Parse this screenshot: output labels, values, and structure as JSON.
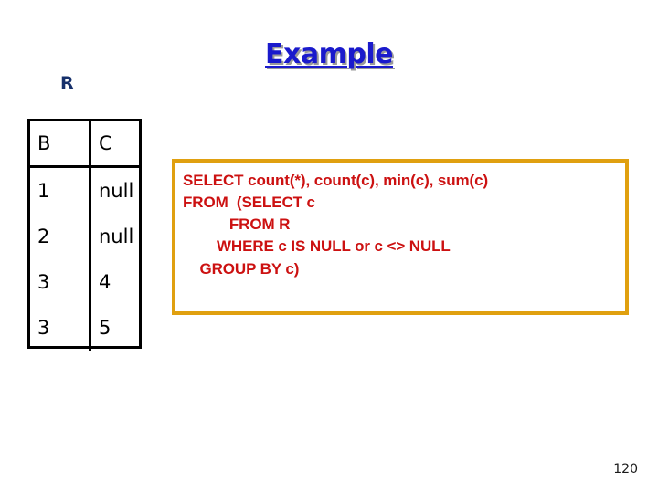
{
  "slide": {
    "title": "Example",
    "page_number": "120",
    "colors": {
      "title_blue": "#1A1ACC",
      "title_shadow_gray": "#9A9A9A",
      "relation_label_navy": "#16306B",
      "sql_red": "#CC1111",
      "sql_box_border_gold": "#E0A010",
      "table_border_black": "#000000",
      "background": "#FFFFFF"
    }
  },
  "relation": {
    "name": "R",
    "columns": [
      "B",
      "C"
    ],
    "rows": [
      {
        "B": "1",
        "C": "null"
      },
      {
        "B": "2",
        "C": "null"
      },
      {
        "B": "3",
        "C": "4"
      },
      {
        "B": "3",
        "C": "5"
      }
    ]
  },
  "sql": {
    "lines": [
      "SELECT count(*), count(c), min(c), sum(c)",
      "FROM  (SELECT c",
      "           FROM R",
      "        WHERE c IS NULL or c <> NULL",
      "    GROUP BY c)"
    ],
    "text": "SELECT count(*), count(c), min(c), sum(c)\nFROM  (SELECT c\n           FROM R\n        WHERE c IS NULL or c <> NULL\n    GROUP BY c)"
  }
}
